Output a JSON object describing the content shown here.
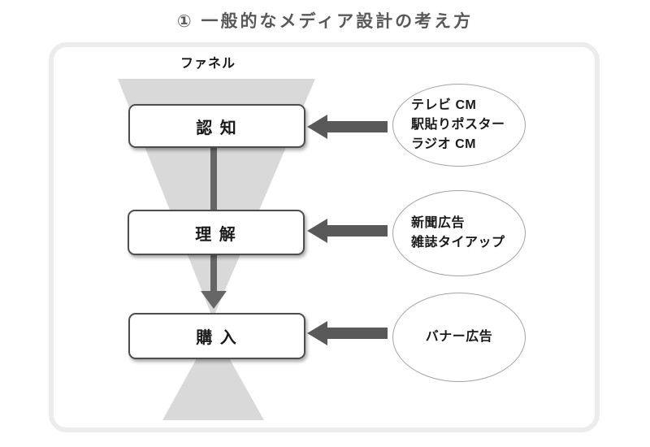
{
  "title": "① 一般的なメディア設計の考え方",
  "funnel": {
    "label": "ファネル",
    "stages": [
      {
        "label": "認 知"
      },
      {
        "label": "理 解"
      },
      {
        "label": "購 入"
      }
    ]
  },
  "media_groups": [
    {
      "lines": [
        "テレビ CM",
        "駅貼りポスター",
        "ラジオ CM"
      ]
    },
    {
      "lines": [
        "新聞広告",
        "雑誌タイアップ"
      ]
    },
    {
      "lines": [
        "バナー広告"
      ]
    }
  ],
  "colors": {
    "title": "#595959",
    "text": "#1a1a1a",
    "funnel": "#d9d9d9",
    "arrow": "#595959",
    "connector": "#666666",
    "box-border": "#4d4d4d",
    "ellipse-border": "#a3a3a3",
    "frame": "#ececec"
  }
}
